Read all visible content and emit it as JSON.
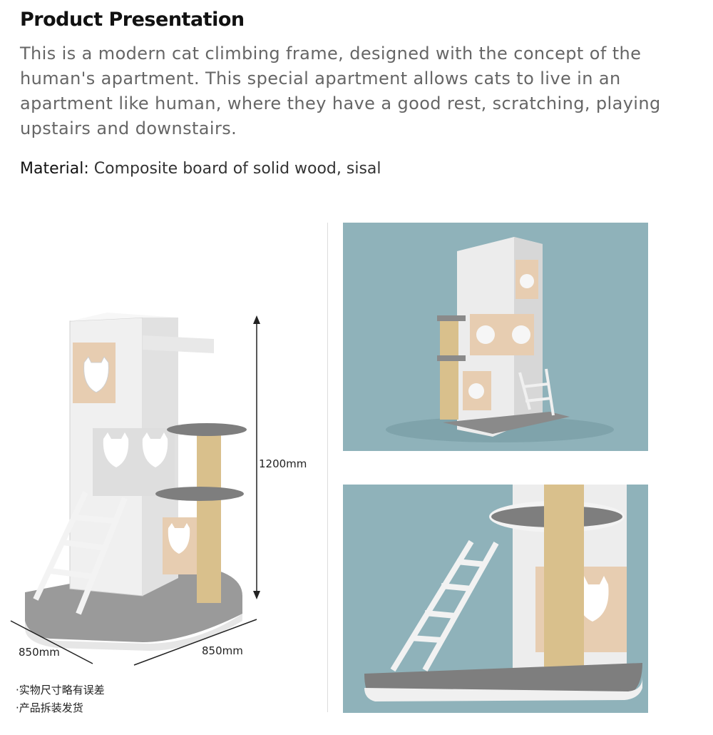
{
  "header": {
    "title": "Product Presentation",
    "description": "This is a modern cat climbing frame, designed with the concept of the human's apartment. This special apartment allows cats to live in an apartment like human, where they have a good rest, scratching, playing upstairs and downstairs."
  },
  "material": {
    "label": "Material:",
    "value": " Composite board of solid wood, sisal"
  },
  "dimensions": {
    "height": "1200mm",
    "depth": "850mm",
    "width": "850mm"
  },
  "notes": [
    "·实物尺寸略有误差",
    "·产品拆装发货"
  ],
  "colors": {
    "render_background": "#8fb2ba",
    "panel_white": "#eeeeee",
    "accent_wood": "#e7cdb1",
    "sisal": "#d9c08c",
    "felt_gray": "#7e7e7e"
  }
}
